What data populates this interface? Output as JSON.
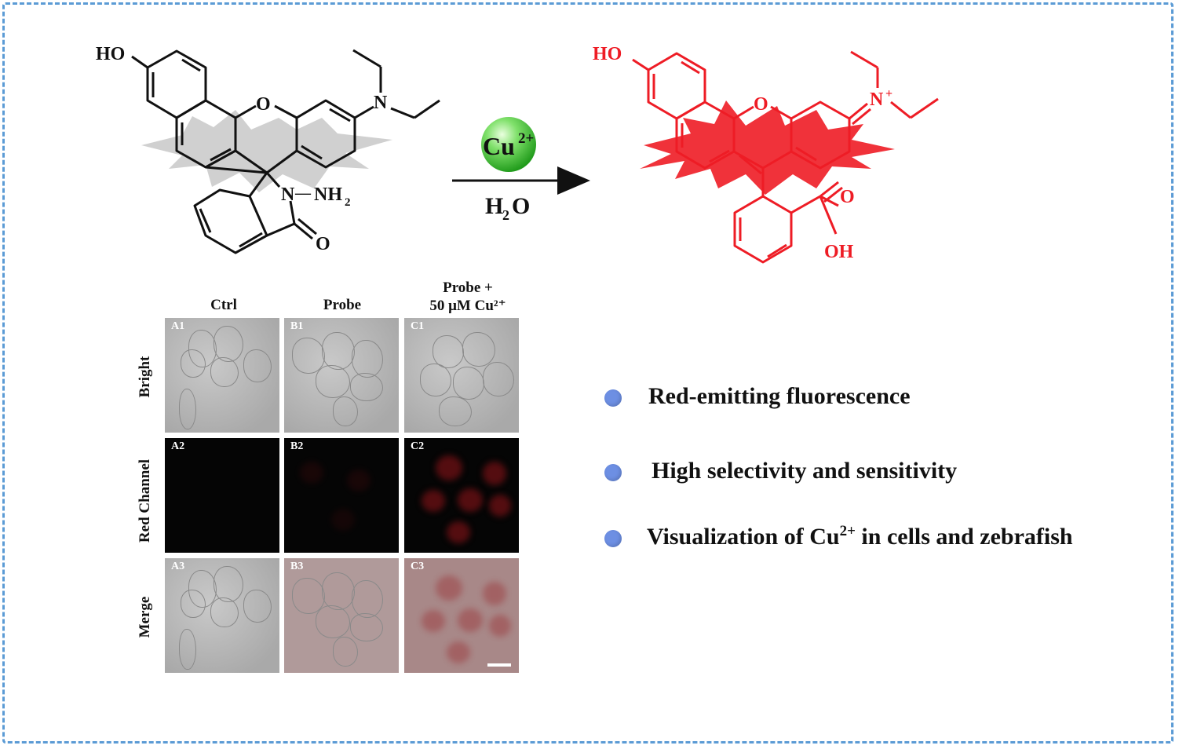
{
  "reaction": {
    "left": {
      "ho": "HO",
      "o": "O",
      "n": "N",
      "nnh2_prefix": "N",
      "nnh2_dash": "—",
      "nnh2": "NH",
      "nnh2_sub": "2",
      "carbonyl_o": "O"
    },
    "arrow": {
      "ion": "Cu",
      "ion_charge": "2+",
      "solvent": "H",
      "solvent_sub": "2",
      "solvent_o": "O"
    },
    "right": {
      "ho": "HO",
      "o": "O",
      "n": "N",
      "n_charge": "+",
      "acid_o": "O",
      "acid_oh": "OH"
    }
  },
  "imaging": {
    "columns": [
      "Ctrl",
      "Probe",
      "Probe +",
      "50 μM Cu²⁺"
    ],
    "rows": [
      "Bright",
      "Red Channel",
      "Merge"
    ],
    "panels": [
      "A1",
      "B1",
      "C1",
      "A2",
      "B2",
      "C2",
      "A3",
      "B3",
      "C3"
    ]
  },
  "features": [
    {
      "text": "Red-emitting fluorescence"
    },
    {
      "text": "High selectivity and sensitivity"
    },
    {
      "text": "Visualization of Cu",
      "sup": "2+",
      "after": " in cells and zebrafish"
    }
  ],
  "colors": {
    "frame": "#5b9bd5",
    "product": "#ee1c25",
    "sphere": "#44c43a",
    "bullet": "#6d8fe3"
  }
}
